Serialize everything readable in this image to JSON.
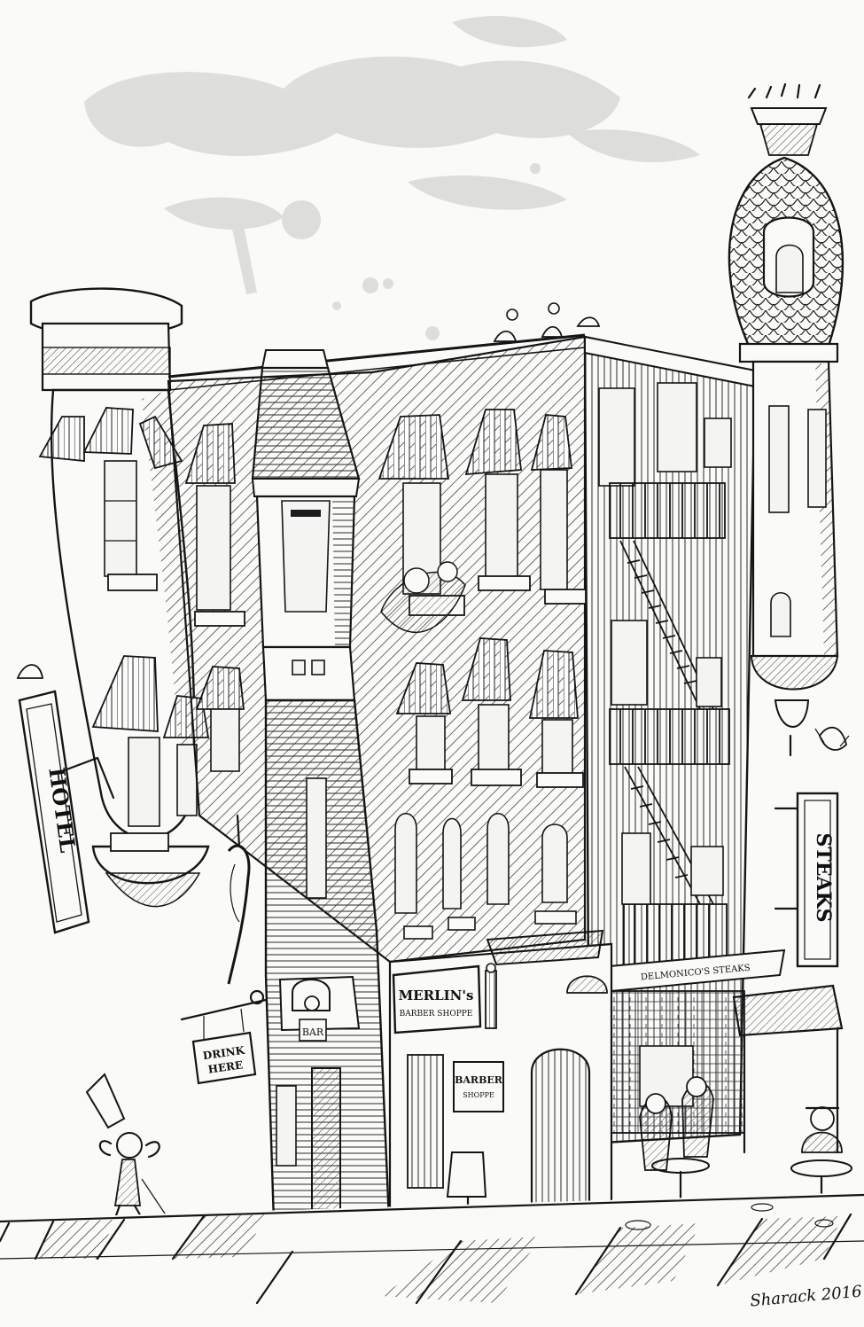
{
  "signs": {
    "merlins": "MERLIN's",
    "barber_shoppe": "BARBER SHOPPE",
    "barber_door": "BARBER",
    "barber_door_2": "SHOPPE",
    "bar": "BAR",
    "drink_here_1": "DRINK",
    "drink_here_2": "HERE",
    "hotel": "HOTEL",
    "steaks": "STEAKS",
    "delmonicos": "DELMONICO'S STEAKS"
  },
  "signature": "Sharack 2016",
  "colors": {
    "ink": "#151515",
    "paper": "#fafaf8",
    "wash": "#d9d9d7"
  }
}
